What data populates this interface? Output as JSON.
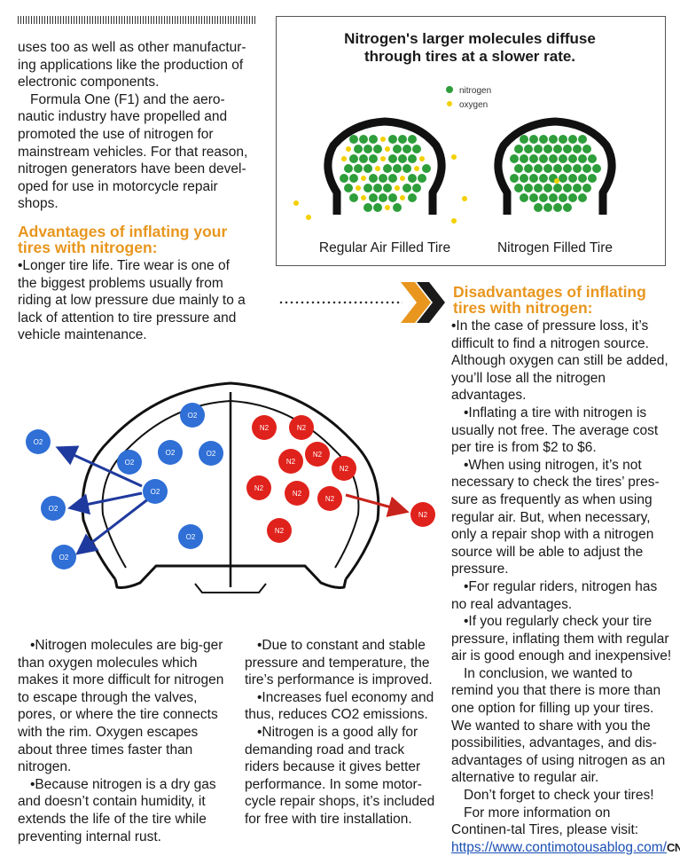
{
  "top_left_text": [
    "uses too as well as other manufactur-ing applications like the production of electronic components.",
    "Formula One (F1) and the aero-nautic industry have propelled and promoted the use of nitrogen for mainstream vehicles. For that reason, nitrogen generators have been devel-oped for use in motorcycle repair shops."
  ],
  "advantages": {
    "heading": "Advantages of inflating your tires with nitrogen:",
    "intro": "•Longer tire life. Tire wear is one of the biggest problems usually from riding at low pressure due mainly to a lack of attention to tire pressure and vehicle maintenance.",
    "col1": [
      "•Nitrogen molecules are big-ger than oxygen molecules which makes it more difficult for nitrogen to escape through the valves, pores, or where the tire connects with the rim. Oxygen escapes about three times faster than nitrogen.",
      "•Because nitrogen is a dry gas and doesn’t contain humidity, it extends the life of the tire while preventing internal rust."
    ],
    "col2": [
      "•Due to constant and stable pressure and temperature, the tire’s performance is improved.",
      "•Increases fuel economy and thus, reduces CO2 emissions.",
      "•Nitrogen is a good ally for demanding road and track riders because it gives better performance. In some motor-cycle repair shops, it’s included for free with tire installation."
    ]
  },
  "infographic": {
    "title_line1": "Nitrogen's larger molecules diffuse",
    "title_line2": "through tires at a slower rate.",
    "legend_nitrogen": "nitrogen",
    "legend_oxygen": "oxygen",
    "caption_left": "Regular Air Filled Tire",
    "caption_right": "Nitrogen Filled Tire",
    "nitrogen_color": "#2e9e3a",
    "oxygen_color": "#f4d000"
  },
  "diagram": {
    "o2_label": "O2",
    "n2_label": "N2",
    "o2_color": "#2f6fd6",
    "n2_color": "#e0221c"
  },
  "disadvantages": {
    "heading": "Disadvantages of inflating tires with nitrogen:",
    "paras": [
      "•In the case of pressure loss, it’s difficult to find a nitrogen source. Although oxygen can still be added, you’ll lose all the nitrogen advantages.",
      "•Inflating a tire with nitrogen is usually not free. The average cost per tire is from $2 to $6.",
      "•When using nitrogen, it’s not necessary to check the tires’ pres-sure as frequently as when using regular air. But, when necessary, only a repair shop with a nitrogen source will be able to adjust the pressure.",
      "•For regular riders, nitrogen has no real advantages.",
      "•If you regularly check your tire pressure, inflating them with regular air is good enough and inexpensive!",
      "In conclusion, we wanted to remind you that there is more than one option for filling up your tires. We wanted to share with you the possibilities, advantages, and dis-advantages of using nitrogen as an alternative to regular air.",
      "Don’t forget to check your tires!"
    ],
    "final_text": "For more information on Continen-tal Tires, please visit: ",
    "link_text": "https://www.contimotousablog.com/",
    "end_mark": "CN"
  },
  "accent_color": "#e8961e"
}
